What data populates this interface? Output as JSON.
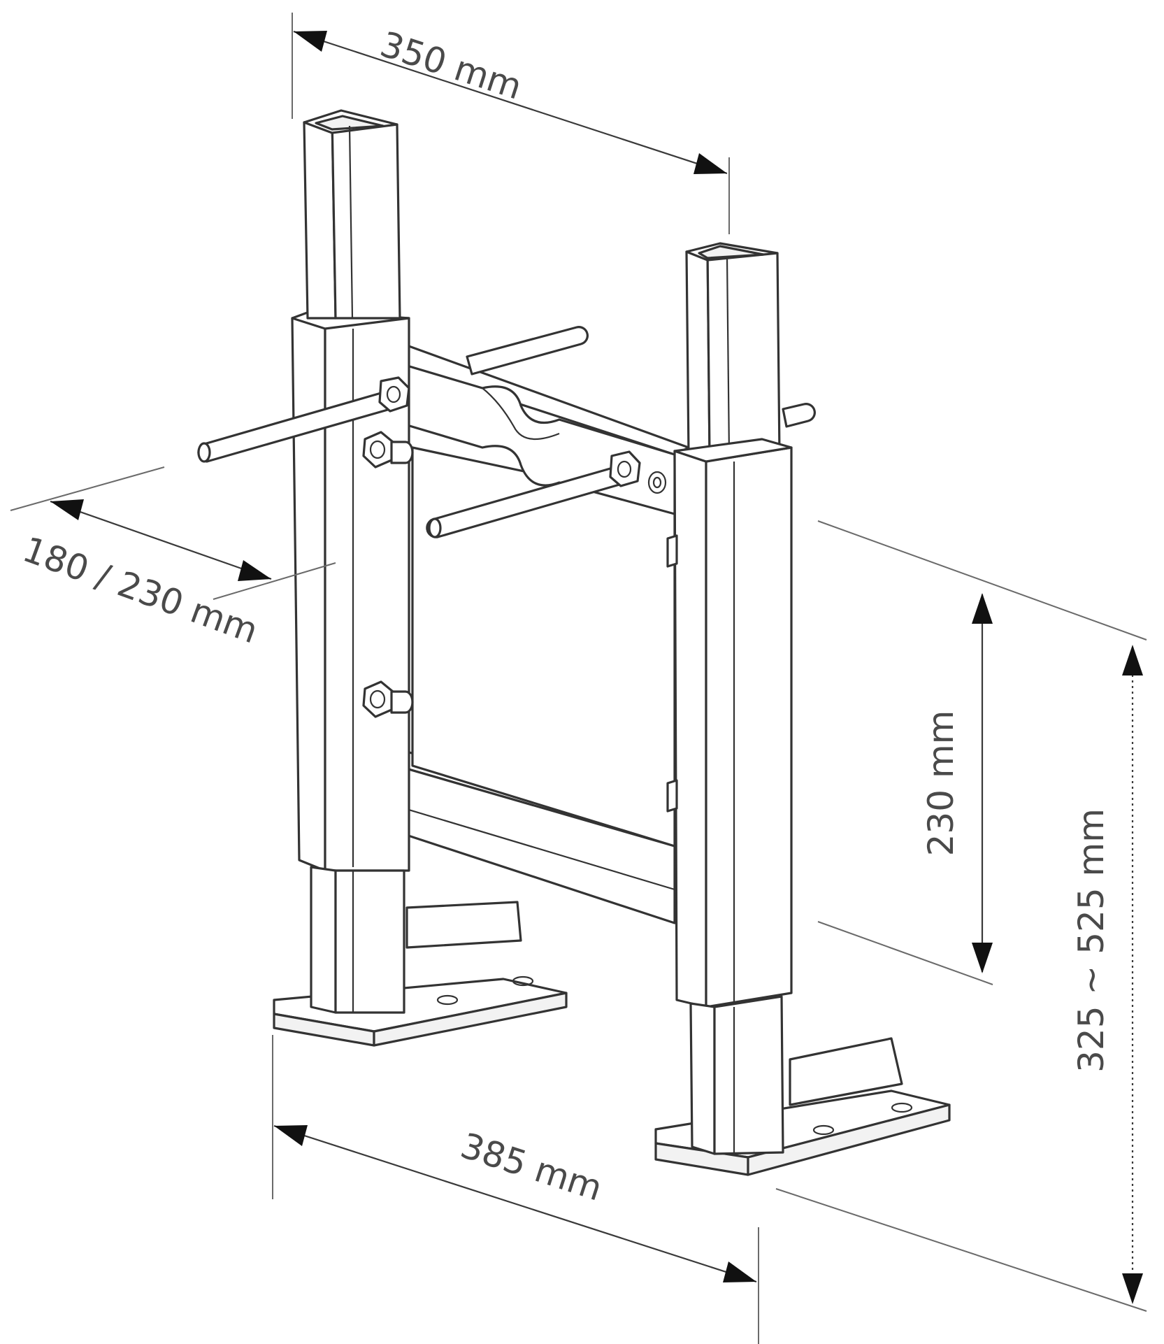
{
  "dimensions": {
    "top_width": "350 mm",
    "depth": "180 / 230 mm",
    "bolt_spacing": "230 mm",
    "height_range": "325 ~ 525 mm",
    "base_width": "385 mm"
  }
}
